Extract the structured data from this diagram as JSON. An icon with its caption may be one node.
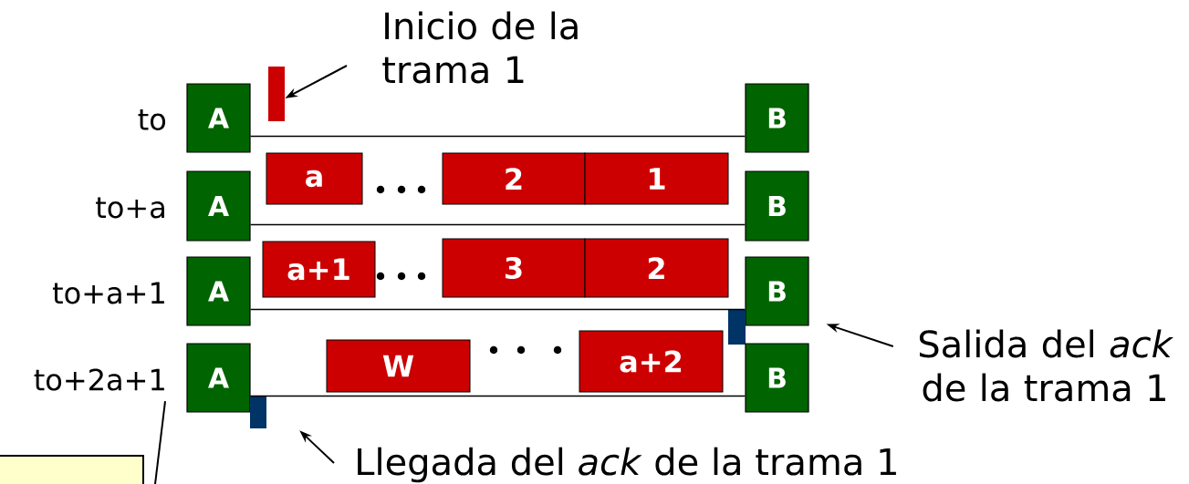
{
  "diagram": {
    "nodes": [
      {
        "text": [
          "Inicio de la trama 1"
        ]
      },
      {
        "text": [],
        "shape": "bar"
      },
      {
        "text": [
          "A"
        ],
        "beside": [
          "to"
        ]
      },
      {
        "text": [
          "B"
        ]
      },
      {
        "text": [
          "a"
        ]
      },
      {
        "text": [
          "2"
        ]
      },
      {
        "text": [
          "1"
        ]
      },
      {
        "text": [
          "A"
        ],
        "beside": [
          "to+a"
        ]
      },
      {
        "text": [
          "B"
        ]
      },
      {
        "text": [
          "a+1"
        ]
      },
      {
        "text": [
          "3"
        ]
      },
      {
        "text": [
          "2"
        ]
      },
      {
        "text": [
          "A"
        ],
        "beside": [
          "to+a+1"
        ]
      },
      {
        "text": [
          "B"
        ]
      },
      {
        "text": [],
        "shape": "bar"
      },
      {
        "text": [
          "Salida del *ack* de la trama 1"
        ]
      },
      {
        "text": [
          "W"
        ]
      },
      {
        "text": [
          "a+2"
        ]
      },
      {
        "text": [
          "A"
        ],
        "beside": [
          "to+2a+1"
        ]
      },
      {
        "text": [
          "B"
        ]
      },
      {
        "text": [],
        "shape": "bar"
      },
      {
        "text": [],
        "shape": "box"
      },
      {
        "text": [
          "Llegada del *ack* de la trama 1"
        ]
      }
    ],
    "edges": [
      {
        "from": 0,
        "to": 1,
        "arrow": "to"
      },
      {
        "from": 2,
        "to": 3,
        "arrow": "none"
      },
      {
        "from": 7,
        "to": 8,
        "arrow": "none"
      },
      {
        "from": 12,
        "to": 13,
        "arrow": "none"
      },
      {
        "from": 18,
        "to": 19,
        "arrow": "none"
      },
      {
        "from": 15,
        "to": 13,
        "arrow": "to"
      },
      {
        "from": 22,
        "to": 20,
        "arrow": "to"
      },
      {
        "from": 21,
        "to": 18,
        "arrow": "none"
      }
    ]
  }
}
